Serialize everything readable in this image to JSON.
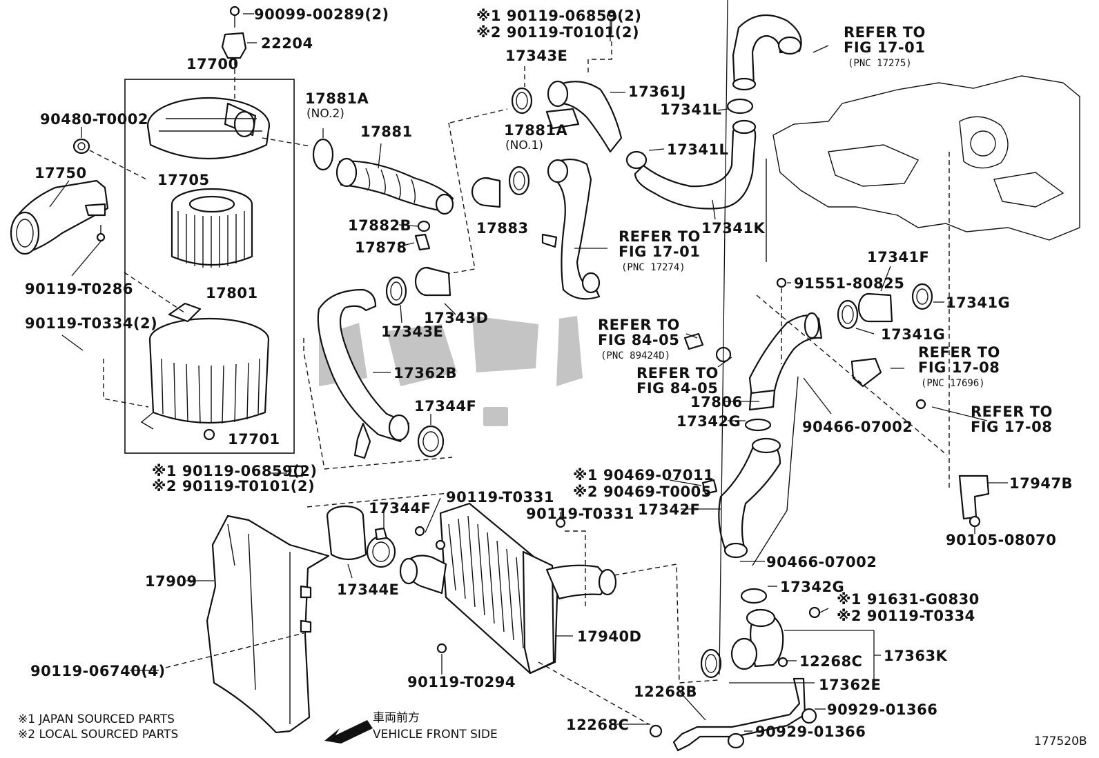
{
  "diagram_id": "177520B",
  "legend": {
    "note1": "※1 JAPAN SOURCED PARTS",
    "note2": "※2 LOCAL SOURCED PARTS"
  },
  "front_indicator": {
    "jp_label": "車両前方",
    "en_label": "VEHICLE FRONT SIDE"
  },
  "parts": {
    "p90099": "90099-00289(2)",
    "p22204": "22204",
    "p17700": "17700",
    "p17705": "17705",
    "p17801": "17801",
    "p17701": "17701",
    "p90480": "90480-T0002",
    "p17750": "17750",
    "p90119_t0286": "90119-T0286",
    "p90119_t0334_2": "90119-T0334(2)",
    "p17881a_no2": "17881A",
    "p17881a_no2_sub": "(NO.2)",
    "p17881": "17881",
    "p17882b": "17882B",
    "p17878": "17878",
    "p17343e_top": "17343E",
    "p17881a_no1": "17881A",
    "p17881a_no1_sub": "(NO.1)",
    "p17883": "17883",
    "p17361j": "17361J",
    "p17341l_a": "17341L",
    "p17341l_b": "17341L",
    "p17341k": "17341K",
    "p17343d": "17343D",
    "p17343e_mid": "17343E",
    "p17362b": "17362B",
    "p17344f_mid": "17344F",
    "bolt_top_1": "※1 90119-06859(2)",
    "bolt_top_2": "※2 90119-T0101(2)",
    "bolt_left_1": "※1 90119-06859(2)",
    "bolt_left_2": "※2 90119-T0101(2)",
    "p17344f_low": "17344F",
    "p17344e": "17344E",
    "p90119_t0331_a": "90119-T0331",
    "p90119_t0331_b": "90119-T0331",
    "p17909": "17909",
    "p90119_06740": "90119-06740(4)",
    "p17940d": "17940D",
    "p90119_t0294": "90119-T0294",
    "p17341f": "17341F",
    "p91551": "91551-80825",
    "p17341g_a": "17341G",
    "p17341g_b": "17341G",
    "p17806": "17806",
    "p17342g_a": "17342G",
    "p90466_a": "90466-07002",
    "p90466_b": "90466-07002",
    "p17947b": "17947B",
    "p90105": "90105-08070",
    "clip_1": "※1 90469-07011",
    "clip_2": "※2 90469-T0005",
    "p17342f": "17342F",
    "p17342g_b": "17342G",
    "bolt_r_1": "※1 91631-G0830",
    "bolt_r_2": "※2 90119-T0334",
    "p12268c_a": "12268C",
    "p17363k": "17363K",
    "p17362e": "17362E",
    "p12268b": "12268B",
    "p12268c_b": "12268C",
    "p90929_a": "90929-01366",
    "p90929_b": "90929-01366"
  },
  "refs": {
    "r1": [
      "REFER TO",
      "FIG 17-01",
      "(PNC 17275)"
    ],
    "r2": [
      "REFER TO",
      "FIG 17-01",
      "(PNC 17274)"
    ],
    "r3": [
      "REFER TO",
      "FIG 84-05",
      "(PNC 89424D)"
    ],
    "r4": [
      "REFER TO",
      "FIG 84-05"
    ],
    "r5": [
      "REFER TO",
      "FIG 17-08",
      "(PNC 17696)"
    ],
    "r6": [
      "REFER TO",
      "FIG 17-08"
    ]
  }
}
